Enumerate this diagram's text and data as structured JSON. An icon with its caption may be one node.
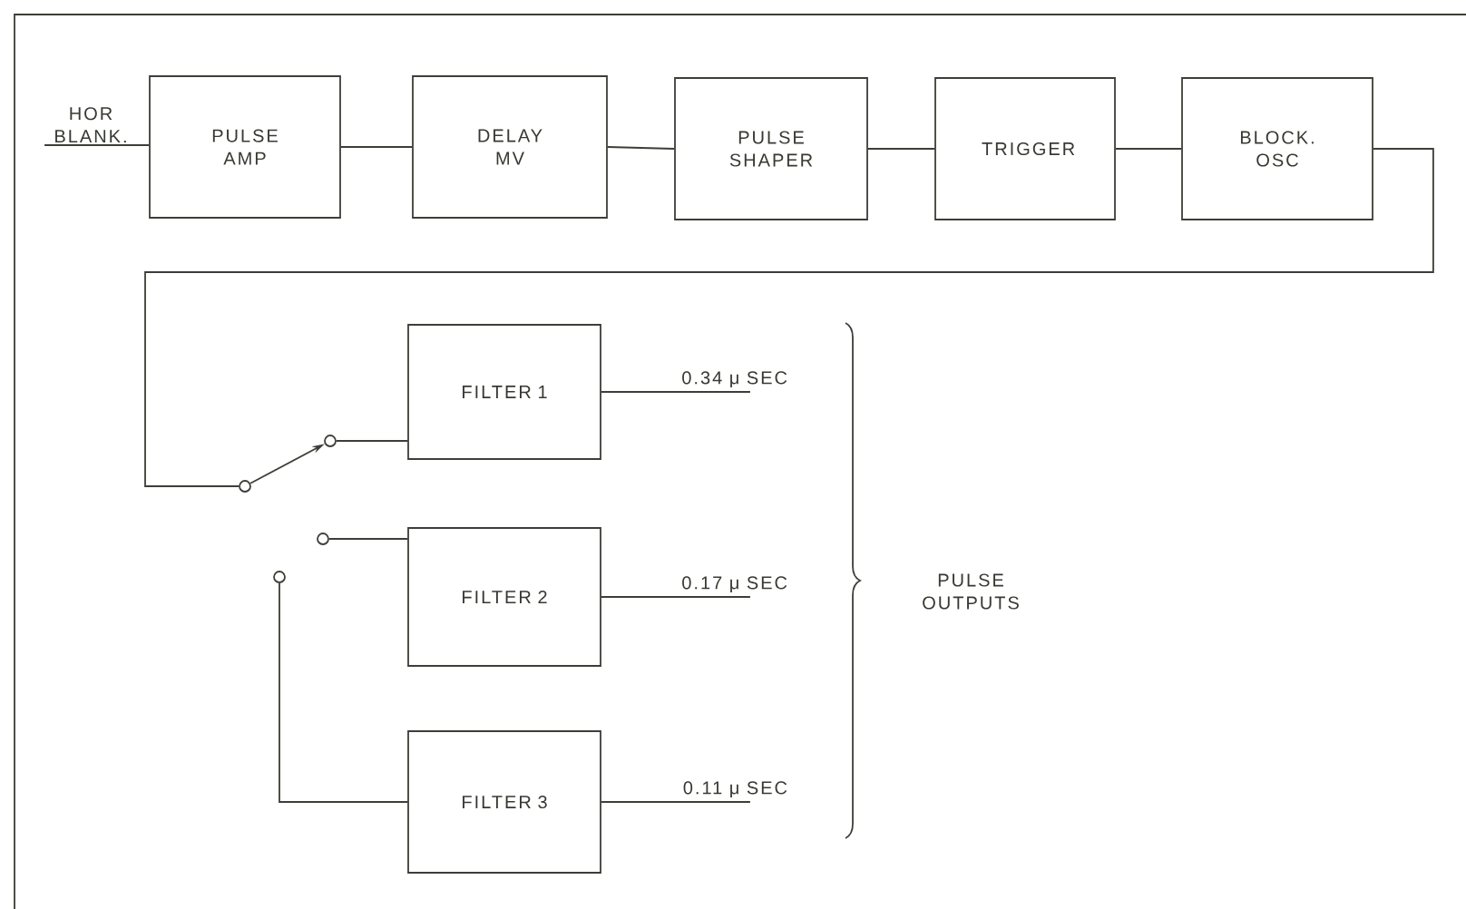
{
  "diagram": {
    "nodes": [
      {
        "text": [
          "HOR BLANK."
        ]
      },
      {
        "text": [
          "PULSE AMP"
        ]
      },
      {
        "text": [
          "DELAY MV"
        ]
      },
      {
        "text": [
          "PULSE SHAPER"
        ]
      },
      {
        "text": [
          "TRIGGER"
        ]
      },
      {
        "text": [
          "BLOCK. OSC"
        ]
      },
      {
        "text": [],
        "shape": "circle"
      },
      {
        "text": [],
        "shape": "circle"
      },
      {
        "text": [],
        "shape": "circle"
      },
      {
        "text": [],
        "shape": "circle"
      },
      {
        "text": [
          "FILTER 1"
        ]
      },
      {
        "text": [
          "FILTER 2"
        ]
      },
      {
        "text": [
          "FILTER 3"
        ]
      }
    ],
    "edges": [
      {
        "from": 0,
        "to": 1,
        "arrow": "none"
      },
      {
        "from": 1,
        "to": 2,
        "arrow": "none"
      },
      {
        "from": 2,
        "to": 3,
        "arrow": "none"
      },
      {
        "from": 3,
        "to": 4,
        "arrow": "none"
      },
      {
        "from": 4,
        "to": 5,
        "arrow": "none"
      },
      {
        "from": 5,
        "to": 6,
        "arrow": "none"
      },
      {
        "from": 6,
        "to": 7,
        "arrow": "to"
      },
      {
        "from": 7,
        "to": 10,
        "arrow": "none"
      },
      {
        "from": 8,
        "to": 11,
        "arrow": "none"
      },
      {
        "from": 9,
        "to": 12,
        "arrow": "none"
      },
      {
        "from": 10,
        "to": null,
        "arrow": "none",
        "label": "0.34 μ SEC"
      },
      {
        "from": 11,
        "to": null,
        "arrow": "none",
        "label": "0.17 μ SEC"
      },
      {
        "from": 12,
        "to": null,
        "arrow": "none",
        "label": "0.11 μ SEC"
      }
    ],
    "labels": [
      "PULSE OUTPUTS"
    ]
  }
}
